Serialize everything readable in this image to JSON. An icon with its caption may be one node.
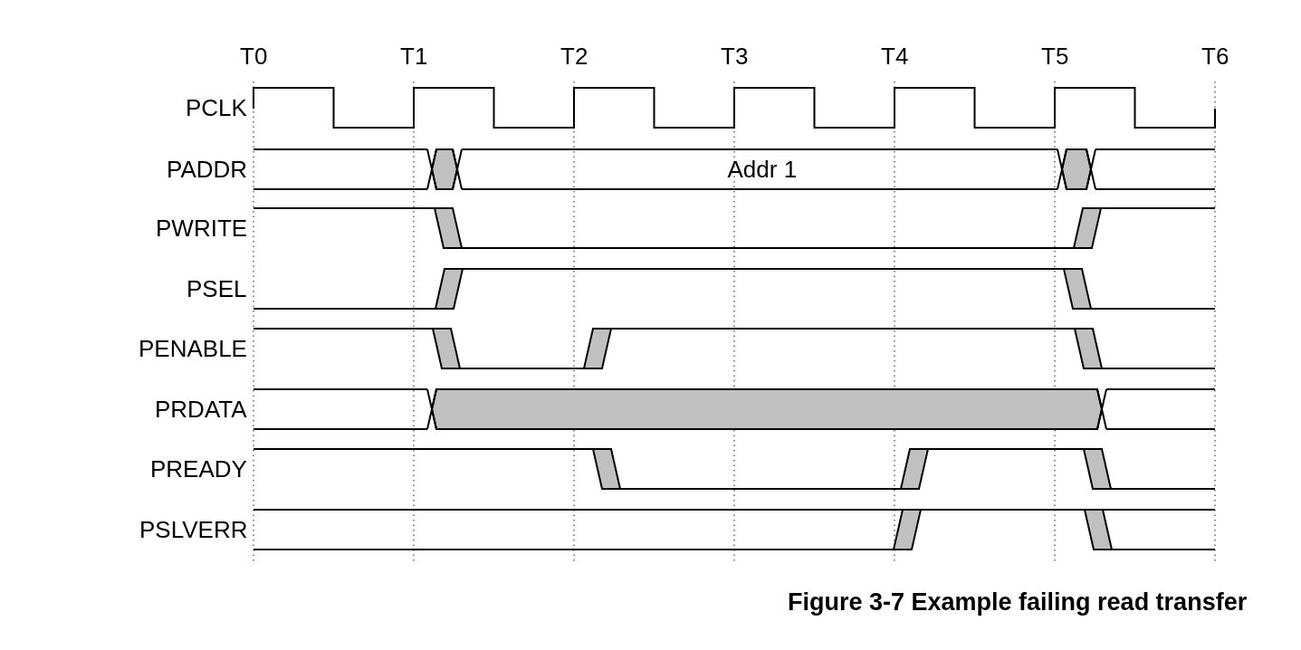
{
  "diagram": {
    "caption": "Figure 3-7 Example failing read transfer",
    "labels": [
      "T0",
      "T1",
      "T2",
      "T3",
      "T4",
      "T5",
      "T6",
      "PCLK",
      "PADDR",
      "Addr 1",
      "PWRITE",
      "PSEL",
      "PENABLE",
      "PRDATA",
      "PREADY",
      "PSLVERR"
    ]
  }
}
